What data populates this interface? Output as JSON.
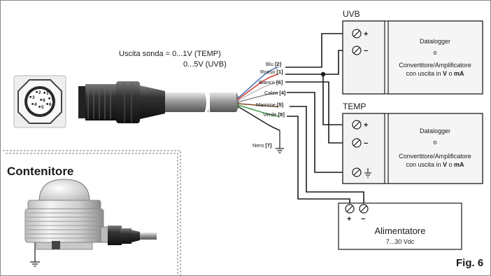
{
  "figure_label": "Fig. 6",
  "probe_output": {
    "line1": "Uscita sonda = 0...1V (TEMP)",
    "line2": "0...5V (UVB)"
  },
  "connector_pins": [
    "1",
    "2",
    "3",
    "4",
    "5",
    "6",
    "7",
    "8"
  ],
  "wires": [
    {
      "name": "Blu",
      "pin": "[2]",
      "color": "#4a6fb5"
    },
    {
      "name": "Rosso",
      "pin": "[1]",
      "color": "#d23a2e"
    },
    {
      "name": "Bianco",
      "pin": "[6]",
      "color": "#e6e6e6"
    },
    {
      "name": "Calza",
      "pin": "[4]",
      "color": "#8a8a8a"
    },
    {
      "name": "Marrone",
      "pin": "[5]",
      "color": "#7a4a1e"
    },
    {
      "name": "Verde",
      "pin": "[8]",
      "color": "#3c9a4a"
    },
    {
      "name": "Nero",
      "pin": "[7]",
      "color": "#1a1a1a"
    }
  ],
  "uvb_block": {
    "title": "UVB",
    "terminal_plus": "+",
    "terminal_minus": "−",
    "device_line1": "Datalogger",
    "device_line2": "o",
    "device_line3": "Convertitore/Amplificatore",
    "device_line4_pre": "con uscita in ",
    "device_line4_v": "V",
    "device_line4_mid": " o ",
    "device_line4_ma": "mA"
  },
  "temp_block": {
    "title": "TEMP",
    "terminal_plus": "+",
    "terminal_minus": "−",
    "device_line1": "Datalogger",
    "device_line2": "o",
    "device_line3": "Convertitore/Amplificatore",
    "device_line4_pre": "con uscita in ",
    "device_line4_v": "V",
    "device_line4_mid": " o ",
    "device_line4_ma": "mA"
  },
  "power_supply": {
    "title": "Alimentatore",
    "range": "7...30 Vdc",
    "terminal_plus": "+",
    "terminal_minus": "−"
  },
  "housing": {
    "title": "Contenitore"
  }
}
